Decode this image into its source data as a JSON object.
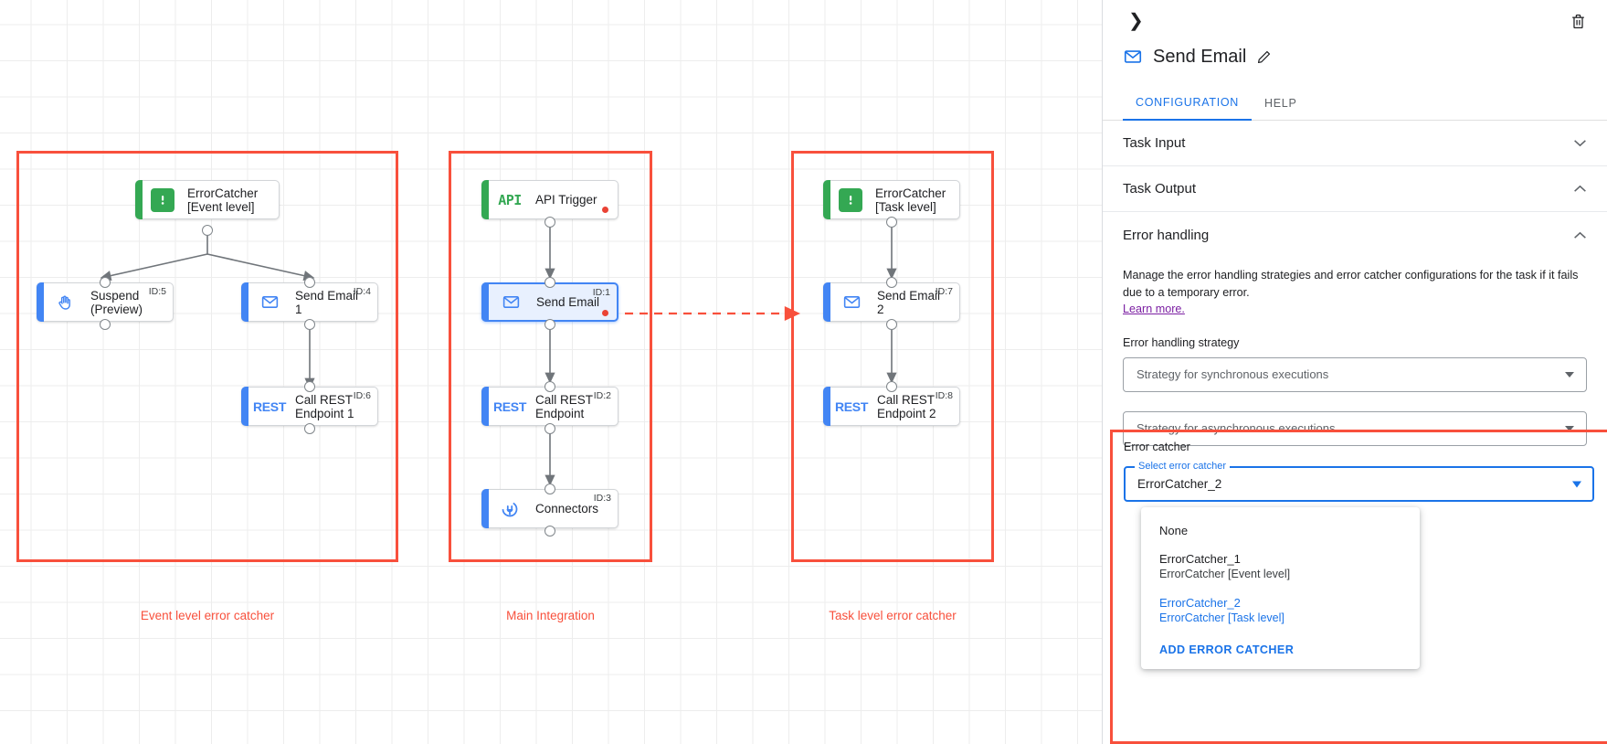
{
  "canvas": {
    "groups": [
      {
        "caption": "Event level error catcher"
      },
      {
        "caption": "Main Integration"
      },
      {
        "caption": "Task level error catcher"
      }
    ],
    "nodes": {
      "error_catcher_event": {
        "label": "ErrorCatcher\n[Event level]",
        "icon": "error-catcher-icon",
        "id": ""
      },
      "suspend": {
        "label": "Suspend\n(Preview)",
        "icon": "hand-icon",
        "id": "ID:5"
      },
      "send_email_1": {
        "label": "Send Email 1",
        "icon": "envelope-icon",
        "id": "ID:4"
      },
      "call_rest_1": {
        "label": "Call REST\nEndpoint 1",
        "icon": "rest-icon",
        "id": "ID:6"
      },
      "api_trigger": {
        "label": "API Trigger",
        "icon": "api-icon",
        "id": ""
      },
      "send_email": {
        "label": "Send Email",
        "icon": "envelope-icon",
        "id": "ID:1"
      },
      "call_rest": {
        "label": "Call REST\nEndpoint",
        "icon": "rest-icon",
        "id": "ID:2"
      },
      "connectors": {
        "label": "Connectors",
        "icon": "connectors-icon",
        "id": "ID:3"
      },
      "error_catcher_task": {
        "label": "ErrorCatcher\n[Task level]",
        "icon": "error-catcher-icon",
        "id": ""
      },
      "send_email_2": {
        "label": "Send Email 2",
        "icon": "envelope-icon",
        "id": "ID:7"
      },
      "call_rest_2": {
        "label": "Call REST\nEndpoint 2",
        "icon": "rest-icon",
        "id": "ID:8"
      }
    },
    "icon_text": {
      "api": "API",
      "rest": "REST"
    }
  },
  "panel": {
    "collapse_icon": "chevron-right-icon",
    "delete_icon": "trash-icon",
    "title": "Send Email",
    "title_icon": "envelope-icon",
    "edit_icon": "pencil-icon",
    "tabs": [
      {
        "label": "CONFIGURATION",
        "active": true
      },
      {
        "label": "HELP",
        "active": false
      }
    ],
    "sections": [
      {
        "label": "Task Input",
        "state": "collapsed"
      },
      {
        "label": "Task Output",
        "state": "expanded"
      },
      {
        "label": "Error handling",
        "state": "expanded"
      }
    ],
    "error_handling": {
      "description": "Manage the error handling strategies and error catcher configurations for the task if it fails due to a temporary error.",
      "learn_more": "Learn more.",
      "strategy_label": "Error handling strategy",
      "sync_placeholder": "Strategy for synchronous executions",
      "async_placeholder": "Strategy for asynchronous executions"
    },
    "error_catcher": {
      "label": "Error catcher",
      "select_label": "Select error catcher",
      "selected_value": "ErrorCatcher_2",
      "options": [
        {
          "title": "None",
          "sub": "",
          "selected": false,
          "plain": true
        },
        {
          "title": "ErrorCatcher_1",
          "sub": "ErrorCatcher [Event level]",
          "selected": false,
          "plain": false
        },
        {
          "title": "ErrorCatcher_2",
          "sub": "ErrorCatcher [Task level]",
          "selected": true,
          "plain": false
        }
      ],
      "add_action": "ADD ERROR CATCHER"
    }
  },
  "colors": {
    "accent_blue": "#1a73e8",
    "node_blue": "#4285f4",
    "node_green": "#34a853",
    "highlight_red": "#f8503c",
    "error_dot": "#ea4335",
    "link_purple": "#7b1fa2"
  }
}
